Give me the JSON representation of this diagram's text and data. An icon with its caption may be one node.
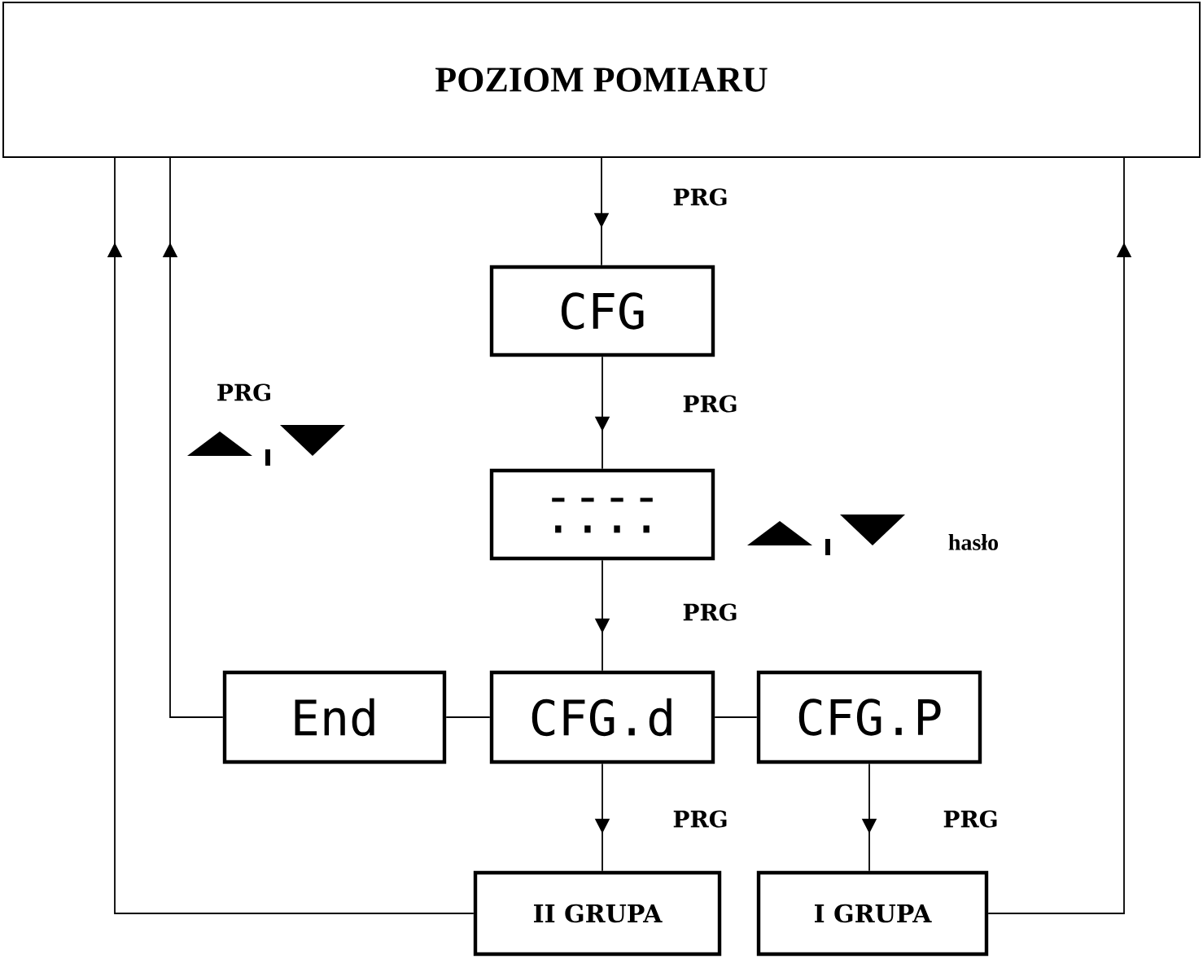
{
  "diagram": {
    "nodes": [
      {
        "text": [
          "POZIOM POMIARU"
        ]
      },
      {
        "text": [
          "CFG"
        ]
      },
      {
        "text": [
          "----",
          "...."
        ]
      },
      {
        "text": [
          "End"
        ]
      },
      {
        "text": [
          "CFG.d"
        ]
      },
      {
        "text": [
          "CFG.P"
        ]
      },
      {
        "text": [
          "II GRUPA"
        ]
      },
      {
        "text": [
          "I GRUPA"
        ]
      }
    ],
    "edges": [
      {
        "from": 0,
        "to": 1,
        "arrow": "to",
        "label": "PRG"
      },
      {
        "from": 1,
        "to": 2,
        "arrow": "to",
        "label": "PRG"
      },
      {
        "from": 2,
        "to": 4,
        "arrow": "to",
        "label": "PRG"
      },
      {
        "from": 3,
        "to": 4,
        "arrow": "none"
      },
      {
        "from": 4,
        "to": 5,
        "arrow": "none"
      },
      {
        "from": 4,
        "to": 6,
        "arrow": "to",
        "label": "PRG"
      },
      {
        "from": 5,
        "to": 7,
        "arrow": "to",
        "label": "PRG"
      },
      {
        "from": 3,
        "to": 0,
        "arrow": "to"
      },
      {
        "from": 6,
        "to": 0,
        "arrow": "to"
      },
      {
        "from": 7,
        "to": 0,
        "arrow": "to"
      }
    ],
    "labels": [
      "PRG",
      "hasło"
    ]
  }
}
